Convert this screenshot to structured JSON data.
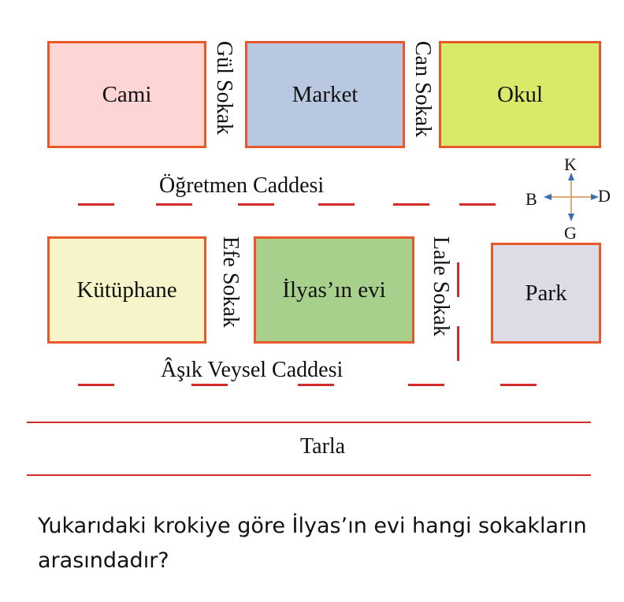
{
  "blocks": {
    "cami": "Cami",
    "market": "Market",
    "okul": "Okul",
    "kutuphane": "Kütüphane",
    "ilyas_evi": "İlyas’ın evi",
    "park": "Park"
  },
  "streets": {
    "gul_sokak": "Gül Sokak",
    "can_sokak": "Can Sokak",
    "efe_sokak": "Efe Sokak",
    "lale_sokak": "Lale Sokak",
    "ogretmen_caddesi": "Öğretmen Caddesi",
    "asik_veysel_caddesi": "Âşık Veysel Caddesi",
    "tarla": "Tarla"
  },
  "compass": {
    "north": "K",
    "south": "G",
    "east": "D",
    "west": "B"
  },
  "colors": {
    "border": "#e8582a",
    "road_line": "#d42a2a",
    "cami": "#fdd5d5",
    "market": "#b7c8e0",
    "okul": "#d9ea6a",
    "kutuphane": "#f6f5c9",
    "ilyas_evi": "#a8d08d",
    "park": "#dcdce6",
    "arrow": "#3a6fb0",
    "arrow_cross": "#e0894a"
  },
  "question": "Yukarıdaki krokiye göre İlyas’ın evi hangi sokakların arasındadır?"
}
